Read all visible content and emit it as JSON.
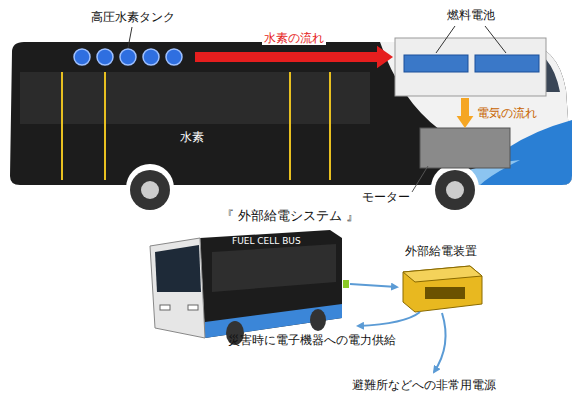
{
  "diagram": {
    "nodes": [
      {
        "text": [
          "高圧水素タンク"
        ]
      },
      {
        "text": [
          "燃料電池"
        ]
      },
      {
        "text": [
          "モーター"
        ]
      },
      {
        "text": [
          "外部給電装置"
        ]
      }
    ],
    "edges": [
      {
        "from": 0,
        "to": 1,
        "arrow": "to",
        "label": "水素の流れ"
      },
      {
        "from": 1,
        "to": 2,
        "arrow": "to",
        "label": "電気の流れ"
      }
    ],
    "labels": [
      "水素",
      "『 外部給電システム 』",
      "FUEL CELL BUS",
      "災害時に電子機器への電力供給",
      "避難所などへの非常用電源"
    ]
  }
}
